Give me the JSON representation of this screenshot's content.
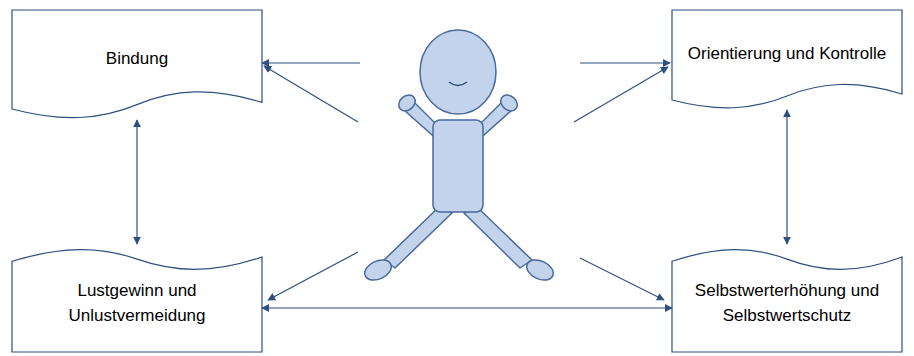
{
  "diagram": {
    "nodes": [
      {
        "text": [
          "Bindung"
        ]
      },
      {
        "text": [
          "Orientierung und Kontrolle"
        ]
      },
      {
        "text": [
          "Lustgewinn und Unlustvermeidung"
        ]
      },
      {
        "text": [
          "Selbstwerterhöhung und Selbstwertschutz"
        ]
      }
    ],
    "edges": [
      {
        "from": 0,
        "to": 2,
        "arrow": "both"
      },
      {
        "from": 1,
        "to": 3,
        "arrow": "both"
      },
      {
        "from": 2,
        "to": 3,
        "arrow": "both"
      }
    ]
  }
}
